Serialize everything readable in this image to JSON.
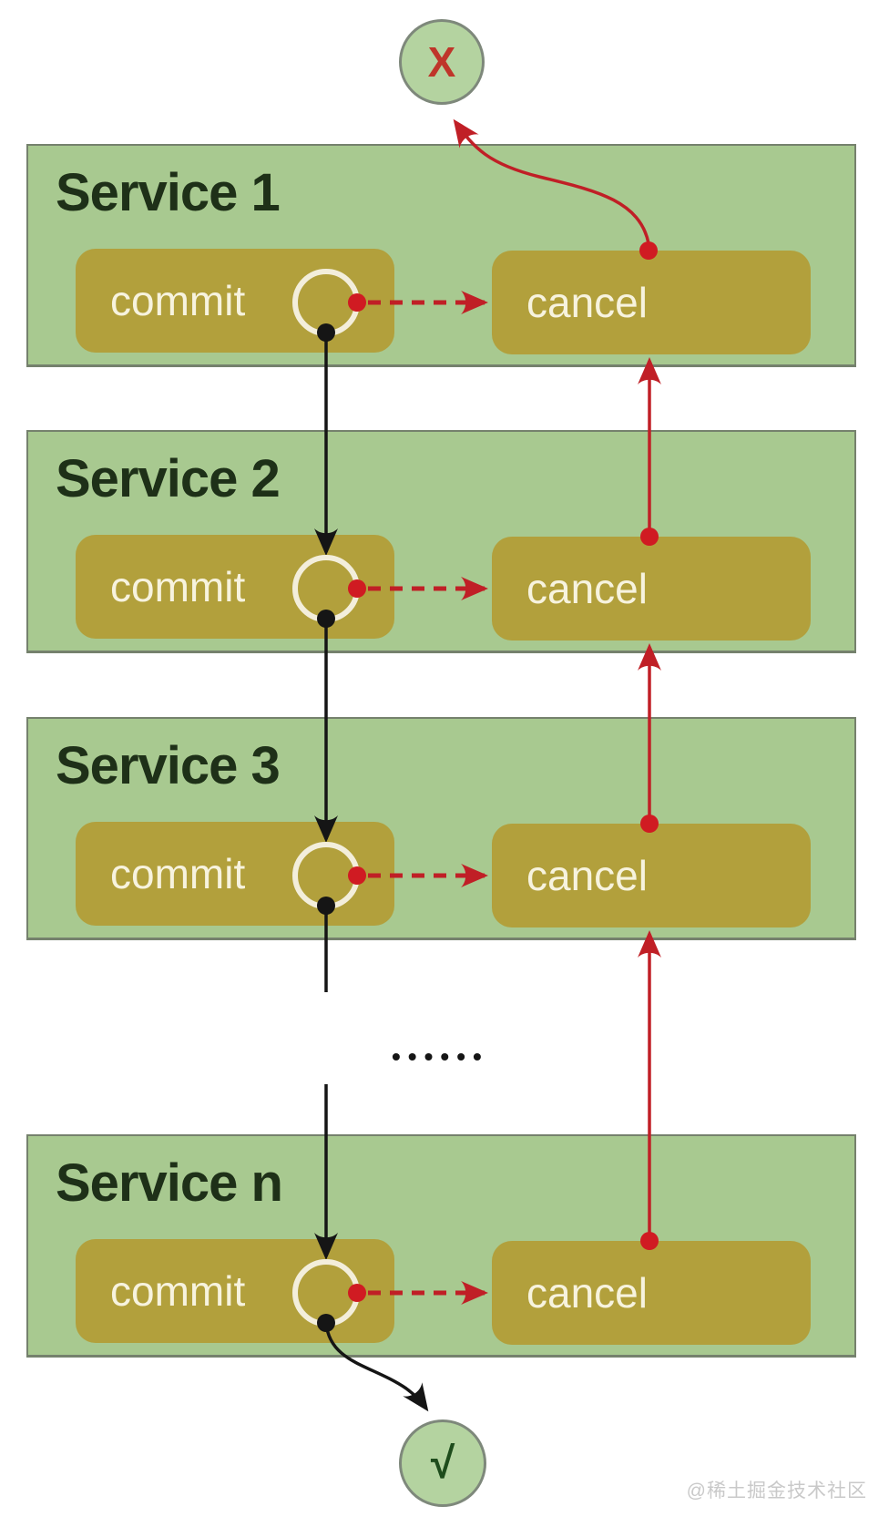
{
  "diagram": {
    "start_node": {
      "symbol": "X"
    },
    "end_node": {
      "symbol": "√"
    },
    "ellipsis": "••••••",
    "services": [
      {
        "name": "Service 1",
        "commit": "commit",
        "cancel": "cancel"
      },
      {
        "name": "Service 2",
        "commit": "commit",
        "cancel": "cancel"
      },
      {
        "name": "Service 3",
        "commit": "commit",
        "cancel": "cancel"
      },
      {
        "name": "Service n",
        "commit": "commit",
        "cancel": "cancel"
      }
    ],
    "watermark": "@稀土掘金技术社区",
    "colors": {
      "service_box_fill": "#a8c990",
      "service_box_border": "#75816d",
      "button_fill": "#b2a03c",
      "button_text": "#f7f3de",
      "title_text": "#1e3018",
      "node_fill": "#b4d3a0",
      "node_border": "#7e887b",
      "fail_symbol": "#bf352a",
      "success_symbol": "#1e4c1c",
      "rollback_red": "#c01f26",
      "red_dot": "#d01b22",
      "commit_black": "#151515",
      "commit_ring": "#f3eedb",
      "watermark_text": "#c9c9c9"
    }
  }
}
